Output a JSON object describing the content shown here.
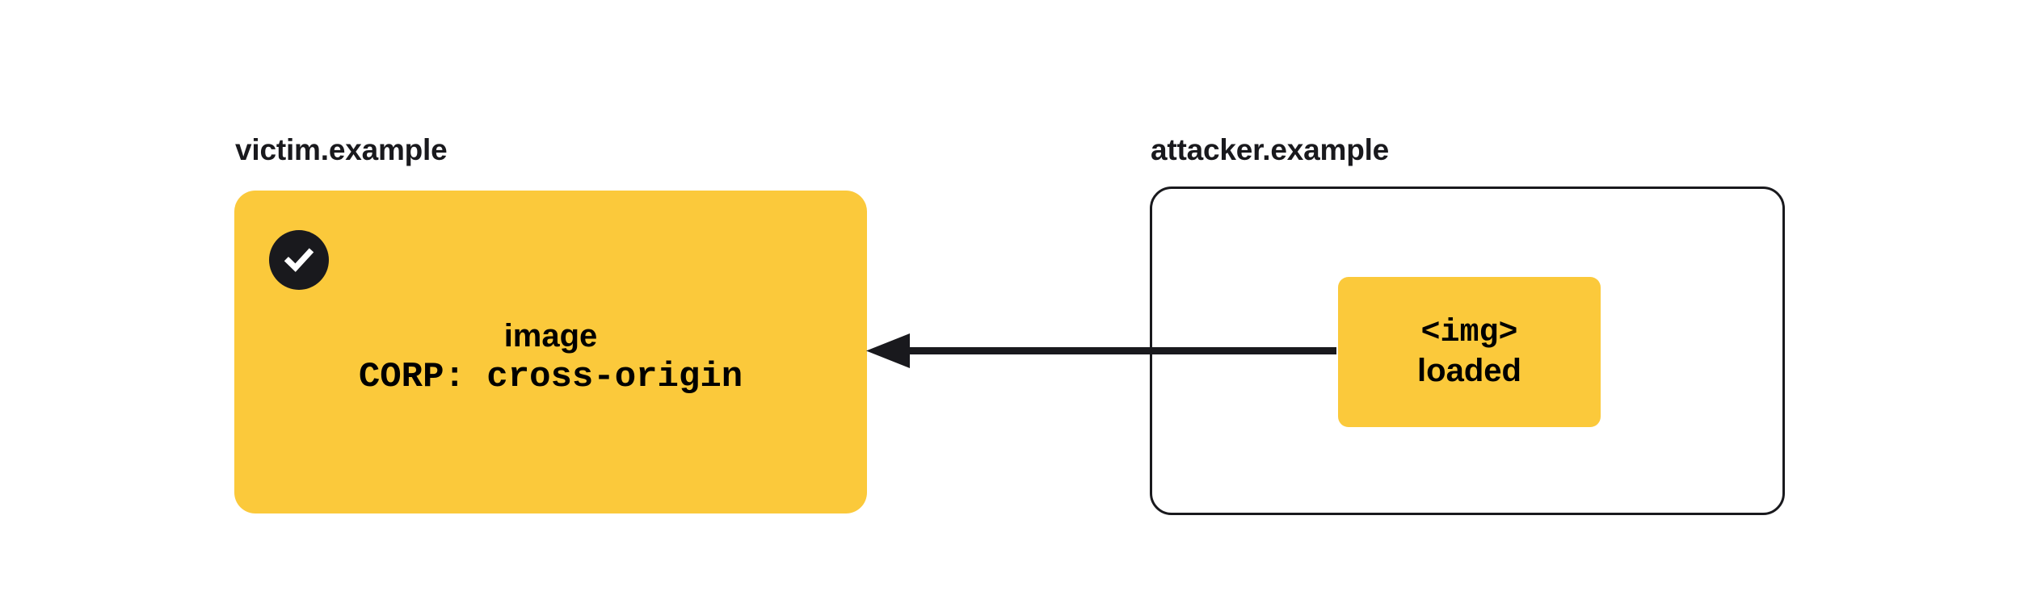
{
  "diagram": {
    "type": "security-flow-diagram",
    "background_color": "#ffffff",
    "accent_color": "#fbc93b",
    "ink_color": "#19191d"
  },
  "victim_zone": {
    "label": "victim.example",
    "status_icon": "check-circle-icon",
    "resource": {
      "line1": "image",
      "line2": "CORP: cross-origin"
    }
  },
  "attacker_zone": {
    "label": "attacker.example",
    "element": {
      "line1": "<img>",
      "line2": "loaded"
    }
  },
  "connector": {
    "icon": "left-arrow-icon",
    "direction": "right-to-left",
    "from": "attacker.example",
    "to": "victim.example"
  }
}
